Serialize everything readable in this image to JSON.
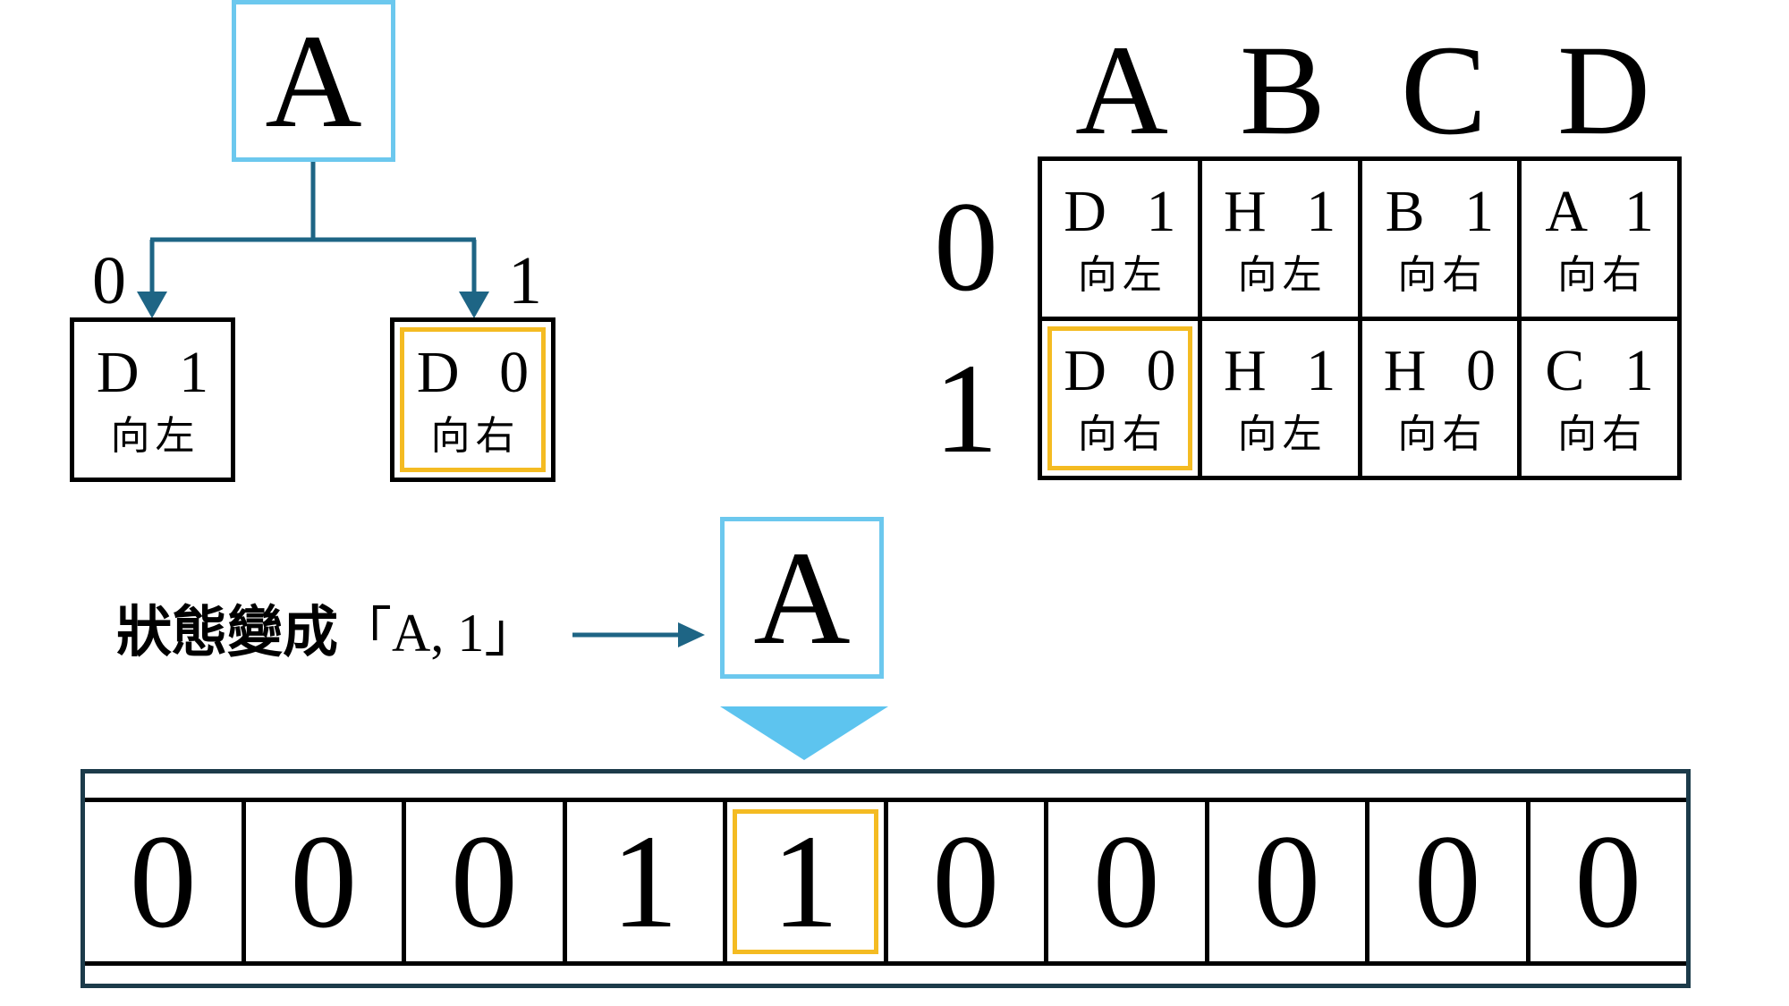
{
  "tree": {
    "state": "A",
    "branches": [
      {
        "label": "0",
        "symbol": "D 1",
        "direction": "向左",
        "highlighted": false
      },
      {
        "label": "1",
        "symbol": "D 0",
        "direction": "向右",
        "highlighted": true
      }
    ]
  },
  "table": {
    "columns": [
      "A",
      "B",
      "C",
      "D"
    ],
    "rows": [
      {
        "label": "0",
        "cells": [
          {
            "symbol": "D 1",
            "direction": "向左"
          },
          {
            "symbol": "H 1",
            "direction": "向左"
          },
          {
            "symbol": "B 1",
            "direction": "向右"
          },
          {
            "symbol": "A 1",
            "direction": "向右"
          }
        ]
      },
      {
        "label": "1",
        "cells": [
          {
            "symbol": "D 0",
            "direction": "向右",
            "highlighted": true
          },
          {
            "symbol": "H 1",
            "direction": "向左"
          },
          {
            "symbol": "H 0",
            "direction": "向右"
          },
          {
            "symbol": "C 1",
            "direction": "向右"
          }
        ]
      }
    ]
  },
  "caption": {
    "text": "狀態變成",
    "open_bracket": "「",
    "value": "A, 1",
    "close_bracket": "」"
  },
  "head_state": "A",
  "tape": {
    "cells": [
      "0",
      "0",
      "0",
      "1",
      "1",
      "0",
      "0",
      "0",
      "0",
      "0"
    ],
    "head_index": 4
  },
  "colors": {
    "state_border": "#6cc8ee",
    "highlight": "#f4bb22",
    "arrow": "#1e6585",
    "tape_frame": "#1c3b4a"
  }
}
